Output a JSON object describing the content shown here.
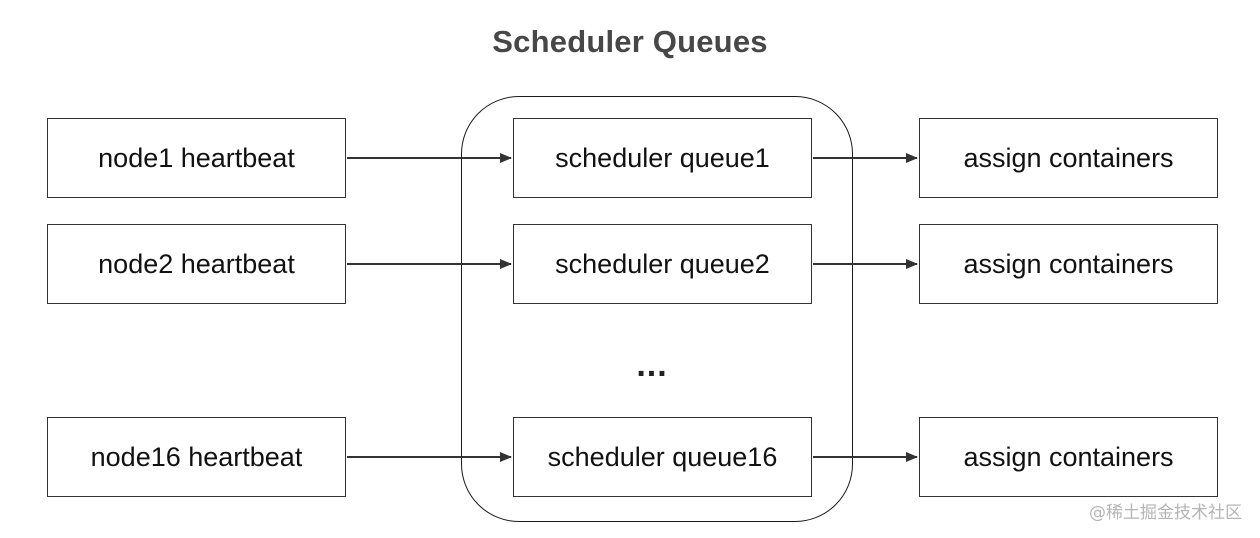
{
  "title": "Scheduler Queues",
  "nodes": [
    "node1 heartbeat",
    "node2 heartbeat",
    "node16 heartbeat"
  ],
  "queues": [
    "scheduler queue1",
    "scheduler queue2",
    "scheduler queue16"
  ],
  "actions": [
    "assign containers",
    "assign containers",
    "assign containers"
  ],
  "ellipsis": "...",
  "watermark": "@稀土掘金技术社区",
  "colors": {
    "title": "#474747",
    "border": "#333333",
    "arrow": "#333333"
  }
}
